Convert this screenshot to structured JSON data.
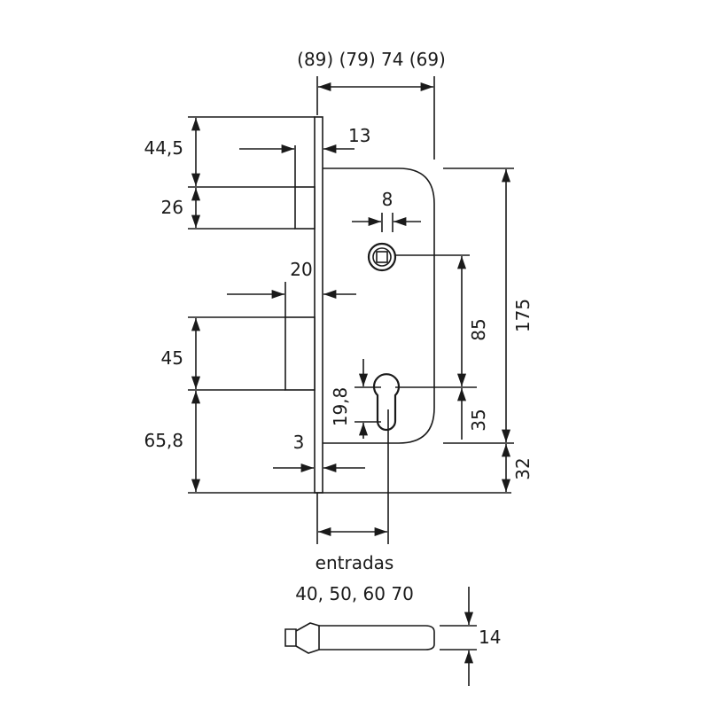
{
  "dimensions": {
    "backset_options": "(89) (79) 74 (69)",
    "top_offset": "44,5",
    "latch_height": "26",
    "latch_projection": "13",
    "spindle_square": "8",
    "deadbolt_projection": "20",
    "deadbolt_height": "45",
    "center_distance": "85",
    "body_height": "175",
    "key_hole": "19,8",
    "cylinder_offset": "35",
    "bottom_offset": "65,8",
    "faceplate_thickness": "3",
    "bottom_margin": "32",
    "faceplate_width": "14"
  },
  "entradas": {
    "label": "entradas",
    "values": "40, 50, 60 70"
  }
}
